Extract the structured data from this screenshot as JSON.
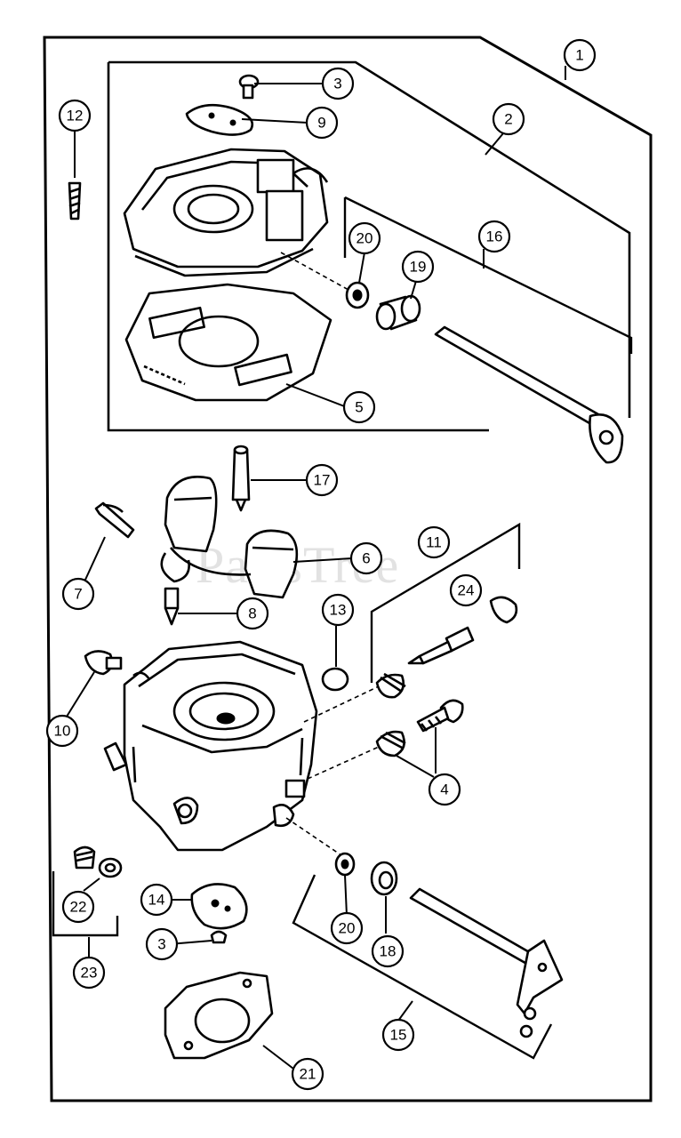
{
  "watermark": "PartsTree",
  "callouts": [
    {
      "id": "c1",
      "label": "1"
    },
    {
      "id": "c2",
      "label": "2"
    },
    {
      "id": "c3a",
      "label": "3"
    },
    {
      "id": "c9",
      "label": "9"
    },
    {
      "id": "c12",
      "label": "12"
    },
    {
      "id": "c16",
      "label": "16"
    },
    {
      "id": "c20a",
      "label": "20"
    },
    {
      "id": "c19",
      "label": "19"
    },
    {
      "id": "c5",
      "label": "5"
    },
    {
      "id": "c17",
      "label": "17"
    },
    {
      "id": "c7",
      "label": "7"
    },
    {
      "id": "c6",
      "label": "6"
    },
    {
      "id": "c11",
      "label": "11"
    },
    {
      "id": "c24",
      "label": "24"
    },
    {
      "id": "c8",
      "label": "8"
    },
    {
      "id": "c13",
      "label": "13"
    },
    {
      "id": "c10",
      "label": "10"
    },
    {
      "id": "c4",
      "label": "4"
    },
    {
      "id": "c14",
      "label": "14"
    },
    {
      "id": "c22",
      "label": "22"
    },
    {
      "id": "c3b",
      "label": "3"
    },
    {
      "id": "c23",
      "label": "23"
    },
    {
      "id": "c20b",
      "label": "20"
    },
    {
      "id": "c18",
      "label": "18"
    },
    {
      "id": "c15",
      "label": "15"
    },
    {
      "id": "c21",
      "label": "21"
    }
  ]
}
